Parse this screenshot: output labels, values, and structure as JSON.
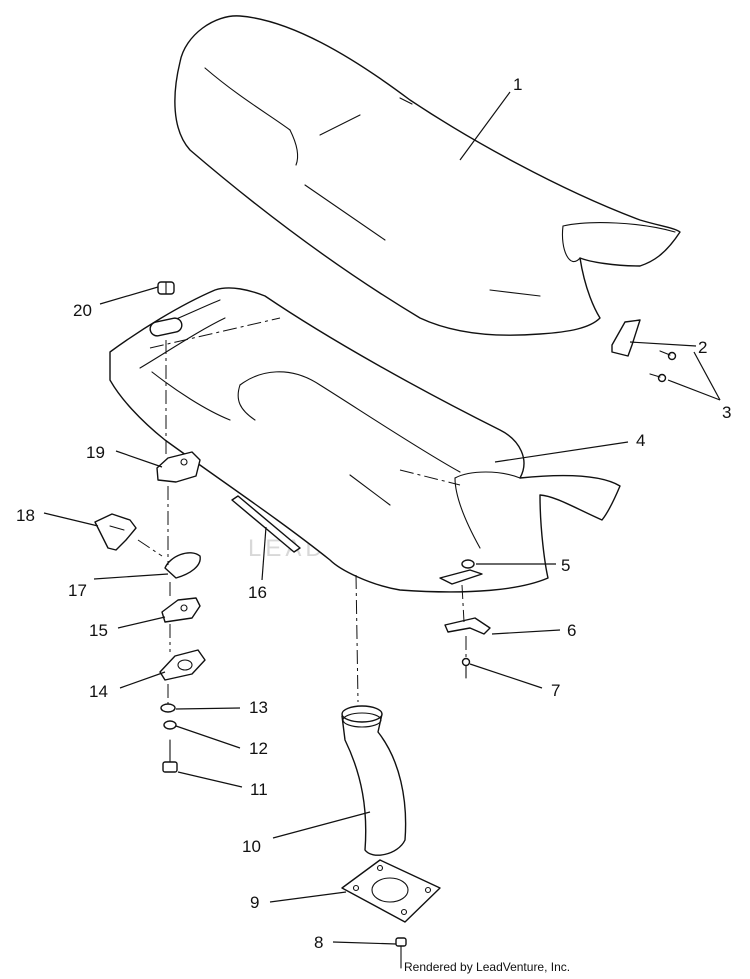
{
  "callouts": [
    "1",
    "2",
    "3",
    "4",
    "5",
    "6",
    "7",
    "8",
    "9",
    "10",
    "11",
    "12",
    "13",
    "14",
    "15",
    "16",
    "17",
    "18",
    "19",
    "20"
  ],
  "watermark": "LEADVENTURE",
  "credit": "Rendered by LeadVenture, Inc."
}
